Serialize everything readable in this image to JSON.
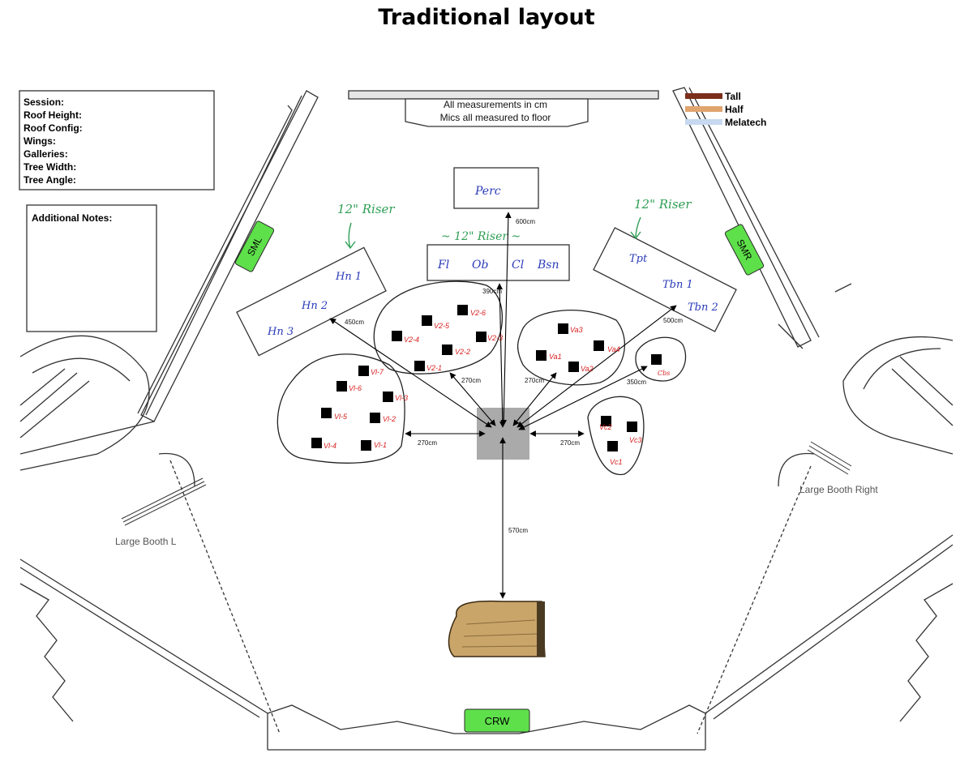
{
  "page": {
    "title": "Traditional layout"
  },
  "session_info": {
    "labels": [
      "Session:",
      "Roof Height:",
      "Roof Config:",
      "Wings:",
      "Galleries:",
      "Tree Width:",
      "Tree Angle:"
    ]
  },
  "notes": {
    "title": "Additional Notes:"
  },
  "header_note": {
    "line1": "All measurements in cm",
    "line2": "Mics all measured to floor"
  },
  "legend": {
    "items": [
      {
        "label": "Tall",
        "color": "#7b2e1a"
      },
      {
        "label": "Half",
        "color": "#e0a46e"
      },
      {
        "label": "Melatech",
        "color": "#c7d9ef"
      }
    ]
  },
  "booths": {
    "sml": "SML",
    "smr": "SMR",
    "crw": "CRW",
    "left": "Large Booth L",
    "right": "Large Booth Right"
  },
  "risers": {
    "left": "12\" Riser",
    "center": "~ 12\" Riser ~",
    "right": "12\" Riser"
  },
  "instruments": {
    "perc": "Perc",
    "woodwinds": [
      "Fl",
      "Ob",
      "Cl",
      "Bsn"
    ],
    "horns": [
      "Hn 1",
      "Hn 2",
      "Hn 3"
    ],
    "brass": [
      "Tpt",
      "Tbn 1",
      "Tbn 2"
    ],
    "violin1": [
      "Vl-7",
      "Vl-6",
      "Vl-3",
      "Vl-5",
      "Vl-2",
      "Vl-4",
      "Vl-1"
    ],
    "violin2": [
      "V2-5",
      "V2-6",
      "V2-4",
      "V2-3",
      "V2-2",
      "V2-1"
    ],
    "violas": [
      "Va3",
      "Va4",
      "Va1",
      "Va2"
    ],
    "cellos": [
      "Vc2",
      "Vc3",
      "Vc1"
    ],
    "bass": "Cbs"
  },
  "distances": {
    "perc": "600cm",
    "woodwinds": "390cm",
    "horns": "450cm",
    "brass": "500cm",
    "violin2": "270cm",
    "violas": "270cm",
    "bass": "350cm",
    "violin1": "270cm",
    "cellos": "270cm",
    "piano": "570cm"
  },
  "colors": {
    "booth_green": "#5ee04a",
    "annotation_red": "#d81d1d",
    "annotation_blue": "#2a3bb8",
    "annotation_green": "#2f9e55",
    "tree": "#aaaaaa"
  }
}
